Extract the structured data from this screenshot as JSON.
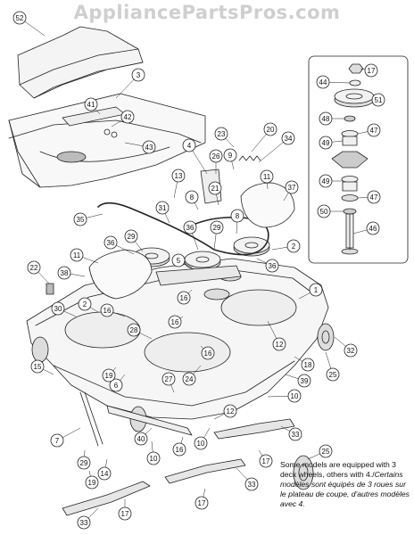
{
  "watermark": "AppliancePartsPros.com",
  "note": {
    "english": "Some models are equipped with 3 deck wheels, others with 4.",
    "french": "Certains modèles sont équipés de 3 roues sur le plateau de coupe, d'autres modèles avec 4."
  },
  "callouts": [
    {
      "id": "c52",
      "label": "52"
    },
    {
      "id": "c3",
      "label": "3"
    },
    {
      "id": "c41",
      "label": "41"
    },
    {
      "id": "c42",
      "label": "42"
    },
    {
      "id": "c43",
      "label": "43"
    },
    {
      "id": "c4",
      "label": "4"
    },
    {
      "id": "c23",
      "label": "23"
    },
    {
      "id": "c20",
      "label": "20"
    },
    {
      "id": "c34",
      "label": "34"
    },
    {
      "id": "c9",
      "label": "9"
    },
    {
      "id": "c26",
      "label": "26"
    },
    {
      "id": "c13",
      "label": "13"
    },
    {
      "id": "c8a",
      "label": "8"
    },
    {
      "id": "c21",
      "label": "21"
    },
    {
      "id": "c11a",
      "label": "11"
    },
    {
      "id": "c37",
      "label": "37"
    },
    {
      "id": "c31",
      "label": "31"
    },
    {
      "id": "c35",
      "label": "35"
    },
    {
      "id": "c36a",
      "label": "36"
    },
    {
      "id": "c29a",
      "label": "29"
    },
    {
      "id": "c36b",
      "label": "36"
    },
    {
      "id": "c29b",
      "label": "29"
    },
    {
      "id": "c8b",
      "label": "8"
    },
    {
      "id": "c2a",
      "label": "2"
    },
    {
      "id": "c5",
      "label": "5"
    },
    {
      "id": "c11b",
      "label": "11"
    },
    {
      "id": "c36c",
      "label": "36"
    },
    {
      "id": "c22",
      "label": "22"
    },
    {
      "id": "c38",
      "label": "38"
    },
    {
      "id": "c1",
      "label": "1"
    },
    {
      "id": "c30",
      "label": "30"
    },
    {
      "id": "c2b",
      "label": "2"
    },
    {
      "id": "c16a",
      "label": "16"
    },
    {
      "id": "c16b",
      "label": "16"
    },
    {
      "id": "c16c",
      "label": "16"
    },
    {
      "id": "c12a",
      "label": "12"
    },
    {
      "id": "c32",
      "label": "32"
    },
    {
      "id": "c28",
      "label": "28"
    },
    {
      "id": "c16d",
      "label": "16"
    },
    {
      "id": "c15",
      "label": "15"
    },
    {
      "id": "c6",
      "label": "6"
    },
    {
      "id": "c27",
      "label": "27"
    },
    {
      "id": "c24",
      "label": "24"
    },
    {
      "id": "c18",
      "label": "18"
    },
    {
      "id": "c25a",
      "label": "25"
    },
    {
      "id": "c39",
      "label": "39"
    },
    {
      "id": "c19a",
      "label": "19"
    },
    {
      "id": "c10a",
      "label": "10"
    },
    {
      "id": "c12b",
      "label": "12"
    },
    {
      "id": "c7",
      "label": "7"
    },
    {
      "id": "c40",
      "label": "40"
    },
    {
      "id": "c16e",
      "label": "16"
    },
    {
      "id": "c10b",
      "label": "10"
    },
    {
      "id": "c33a",
      "label": "33"
    },
    {
      "id": "c29c",
      "label": "29"
    },
    {
      "id": "c14",
      "label": "14"
    },
    {
      "id": "c10c",
      "label": "10"
    },
    {
      "id": "c17a",
      "label": "17"
    },
    {
      "id": "c25b",
      "label": "25"
    },
    {
      "id": "c19b",
      "label": "19"
    },
    {
      "id": "c33b",
      "label": "33"
    },
    {
      "id": "c17b",
      "label": "17"
    },
    {
      "id": "c33c",
      "label": "33"
    },
    {
      "id": "c17c",
      "label": "17"
    },
    {
      "id": "c17d",
      "label": "17"
    },
    {
      "id": "c44",
      "label": "44"
    },
    {
      "id": "c51",
      "label": "51"
    },
    {
      "id": "c48",
      "label": "48"
    },
    {
      "id": "c47a",
      "label": "47"
    },
    {
      "id": "c49a",
      "label": "49"
    },
    {
      "id": "c49b",
      "label": "49"
    },
    {
      "id": "c47b",
      "label": "47"
    },
    {
      "id": "c50",
      "label": "50"
    },
    {
      "id": "c46",
      "label": "46"
    }
  ]
}
